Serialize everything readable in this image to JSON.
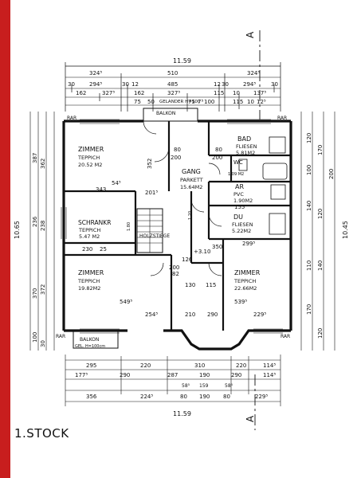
{
  "colors": {
    "ink": "#111111",
    "edge": "#c81e1e",
    "paper": "#ffffff"
  },
  "floor_title": "1.STOCK",
  "section_marks": {
    "top": "A",
    "bottom": "A"
  },
  "overall": {
    "width_top": "11.59",
    "width_bottom": "11.59",
    "height_left": "10.65",
    "height_right": "10.45"
  },
  "rooms": [
    {
      "name": "ZIMMER",
      "floor": "TEPPICH",
      "area": "20.52 M2"
    },
    {
      "name": "BAD",
      "floor": "FLIESEN",
      "area": "5.81M2"
    },
    {
      "name": "WC",
      "floor": "",
      "area": "1.09 M2"
    },
    {
      "name": "GANG",
      "floor": "PARKETT",
      "area": "15.64M2"
    },
    {
      "name": "AR",
      "floor": "PVC",
      "area": "1.90M2"
    },
    {
      "name": "DU",
      "floor": "FLIESEN",
      "area": "5.22M2"
    },
    {
      "name": "SCHRANKR",
      "floor": "TEPPICH",
      "area": "5.47 M2"
    },
    {
      "name": "ZIMMER",
      "floor": "TEPPICH",
      "area": "19.82M2"
    },
    {
      "name": "ZIMMER",
      "floor": "TEPPICH",
      "area": "22.66M2"
    }
  ],
  "labels": {
    "balkon_top": "BALKON",
    "gelaender": "GELANDER H=100",
    "balkon_bottom": "BALKON",
    "gel_bottom": "GEL. H=100cm",
    "stair": "HOLZSTIEGE",
    "level": "+3.10",
    "rar": "RAR"
  },
  "dims_top": {
    "row1": [
      "324⁵",
      "510",
      "324⁵"
    ],
    "row2": [
      "30",
      "294⁵",
      "30",
      "12",
      "485",
      "12",
      "30",
      "294⁵",
      "30"
    ],
    "row3": [
      "162",
      "327⁵",
      "162",
      "327⁵",
      "115",
      "10",
      "137⁵"
    ],
    "row4": [
      "75",
      "50",
      "75",
      "7⁵",
      "100",
      "115",
      "10",
      "12⁵"
    ]
  },
  "dims_bottom": {
    "row1": [
      "295",
      "220",
      "310",
      "220",
      "114⁵"
    ],
    "row2": [
      "177⁵",
      "290",
      "287",
      "190",
      "290",
      "114⁵"
    ],
    "row3": [
      "58⁵",
      "159",
      "58⁵"
    ],
    "row4": [
      "356",
      "224⁵",
      "80",
      "190",
      "80",
      "229⁵"
    ]
  },
  "dims_left": [
    "387",
    "362",
    "236",
    "238",
    "370",
    "372",
    "100",
    "30"
  ],
  "dims_right": [
    "120",
    "170",
    "100",
    "200",
    "140",
    "120",
    "110",
    "140",
    "170",
    "120"
  ],
  "dims_inner": [
    "54⁵",
    "201⁵",
    "230",
    "25",
    "126",
    "130",
    "115",
    "549⁵",
    "254⁵",
    "539⁵",
    "299⁵",
    "155",
    "210",
    "290",
    "229⁵",
    "200",
    "80",
    "200",
    "80",
    "200",
    "82",
    "352",
    "343",
    "350",
    "1.80",
    "1.20"
  ]
}
